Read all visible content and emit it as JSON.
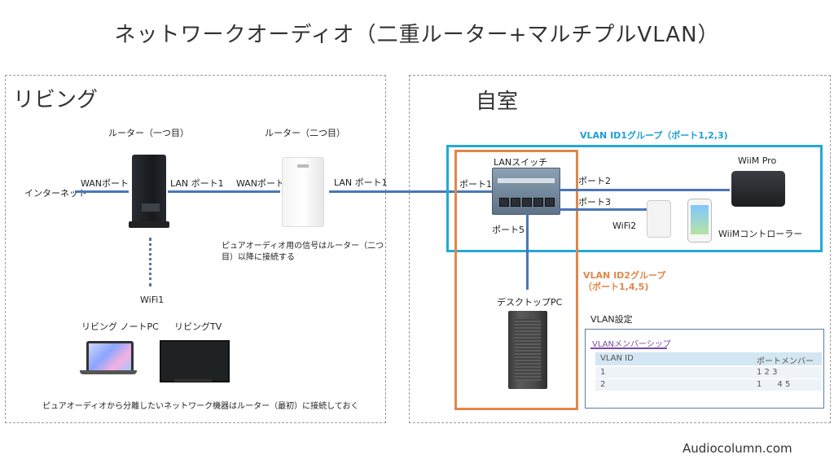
{
  "title": "ネットワークオーディオ（二重ルーター+マルチプルVLAN）",
  "living": {
    "title": "リビング",
    "router1_label": "ルーター（一つ目）",
    "router2_label": "ルーター（二つ目）",
    "internet": "インターネット",
    "wan_port1": "WANポート",
    "lan_port1_a": "LAN ポート1",
    "wan_port2": "WANポート",
    "lan_port1_b": "LAN ポート1",
    "note_router2": "ピュアオーディオ用の信号はルーター（二つ目）以降に接続する",
    "wifi1": "WiFi1",
    "laptop_label": "リビング ノートPC",
    "tv_label": "リビングTV",
    "bottom_note": "ピュアオーディオから分離したいネットワーク機器はルーター（最初）に接続しておく"
  },
  "room": {
    "title": "自室",
    "vlan1_label": "VLAN ID1グループ（ポート1,2,3)",
    "switch_label": "LANスイッチ",
    "port1": "ポート1",
    "port2": "ポート2",
    "port3": "ポート3",
    "port5": "ポート5",
    "wiim_pro": "WiiM Pro",
    "wifi2": "WiFi2",
    "wiim_controller": "WiiMコントローラー",
    "vlan2_label_line1": "VLAN ID2グループ",
    "vlan2_label_line2": "（ポート1,4,5)",
    "desktop_label": "デスクトップPC",
    "vlan_settings_label": "VLAN設定",
    "vlan_membership_tab": "VLANメンバーシップ",
    "table": {
      "headers": [
        "VLAN ID",
        "ポートメンバー"
      ],
      "rows": [
        [
          "1",
          "1 2 3"
        ],
        [
          "2",
          "1      4 5"
        ]
      ]
    }
  },
  "footer": "Audiocolumn.com",
  "colors": {
    "line": "#4a76b8",
    "vlan1": "#24a8d8",
    "vlan2": "#e0874a"
  }
}
